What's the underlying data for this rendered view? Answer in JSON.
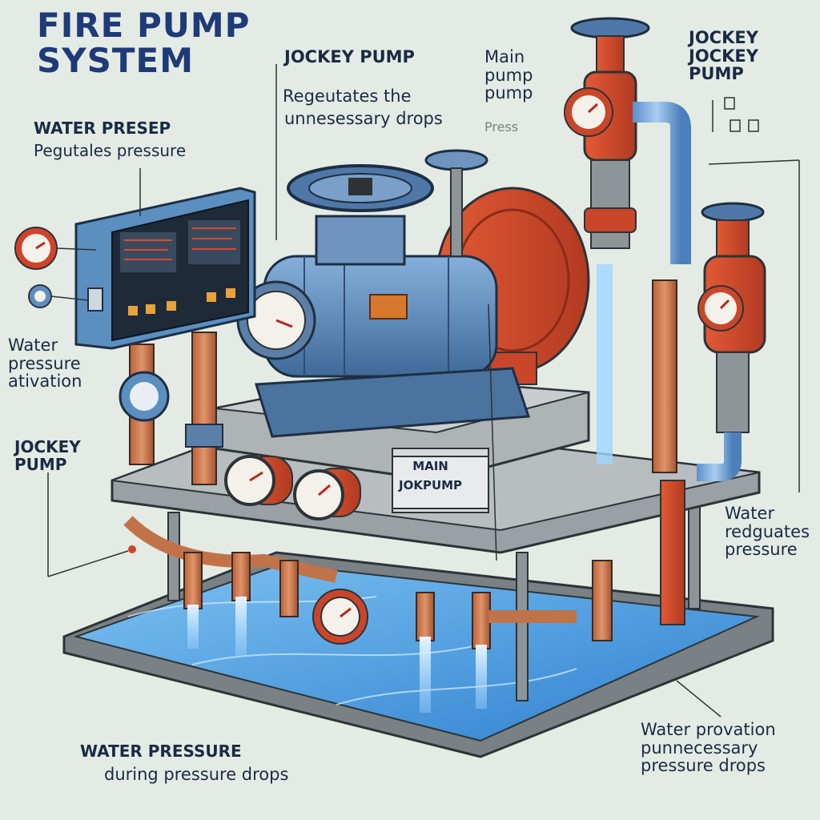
{
  "title": {
    "line1": "FIRE PUMP",
    "line2": "SYSTEM"
  },
  "labels": {
    "jockey_top": {
      "heading": "JOCKEY PUMP",
      "line1": "Regeutates the",
      "line2": "unnesessary drops"
    },
    "main_top": {
      "line1": "Main",
      "line2": "pump",
      "line3": "pump"
    },
    "jockey_right": {
      "line1": "JOCKEY",
      "line2": "JOCKEY",
      "line3": "PUMP"
    },
    "water_presp": {
      "heading": "WATER PRESEP",
      "line1": "Pegutales pressure"
    },
    "water_activation": {
      "line1": "Water",
      "line2": "pressure",
      "line3": "ativation"
    },
    "jockey_left": {
      "line1": "JOCKEY",
      "line2": "PUMP"
    },
    "water_right": {
      "line1": "Water",
      "line2": "redguates",
      "line3": "pressure"
    },
    "water_bottom_left": {
      "heading": "WATER PRESSURE",
      "line1": "during pressure drops"
    },
    "water_bottom_right": {
      "line1": "Water provation",
      "line2": "punnecessary",
      "line3": "pressure drops"
    },
    "main_plate": {
      "line1": "MAIN",
      "line2": "JOKPUMP"
    },
    "press_text": "Press"
  },
  "colors": {
    "background": "#e3ebe4",
    "pump_blue": "#5a87b8",
    "pipe_red": "#c9462b",
    "water_blue": "#4a9fe0",
    "steel": "#7d8589"
  }
}
